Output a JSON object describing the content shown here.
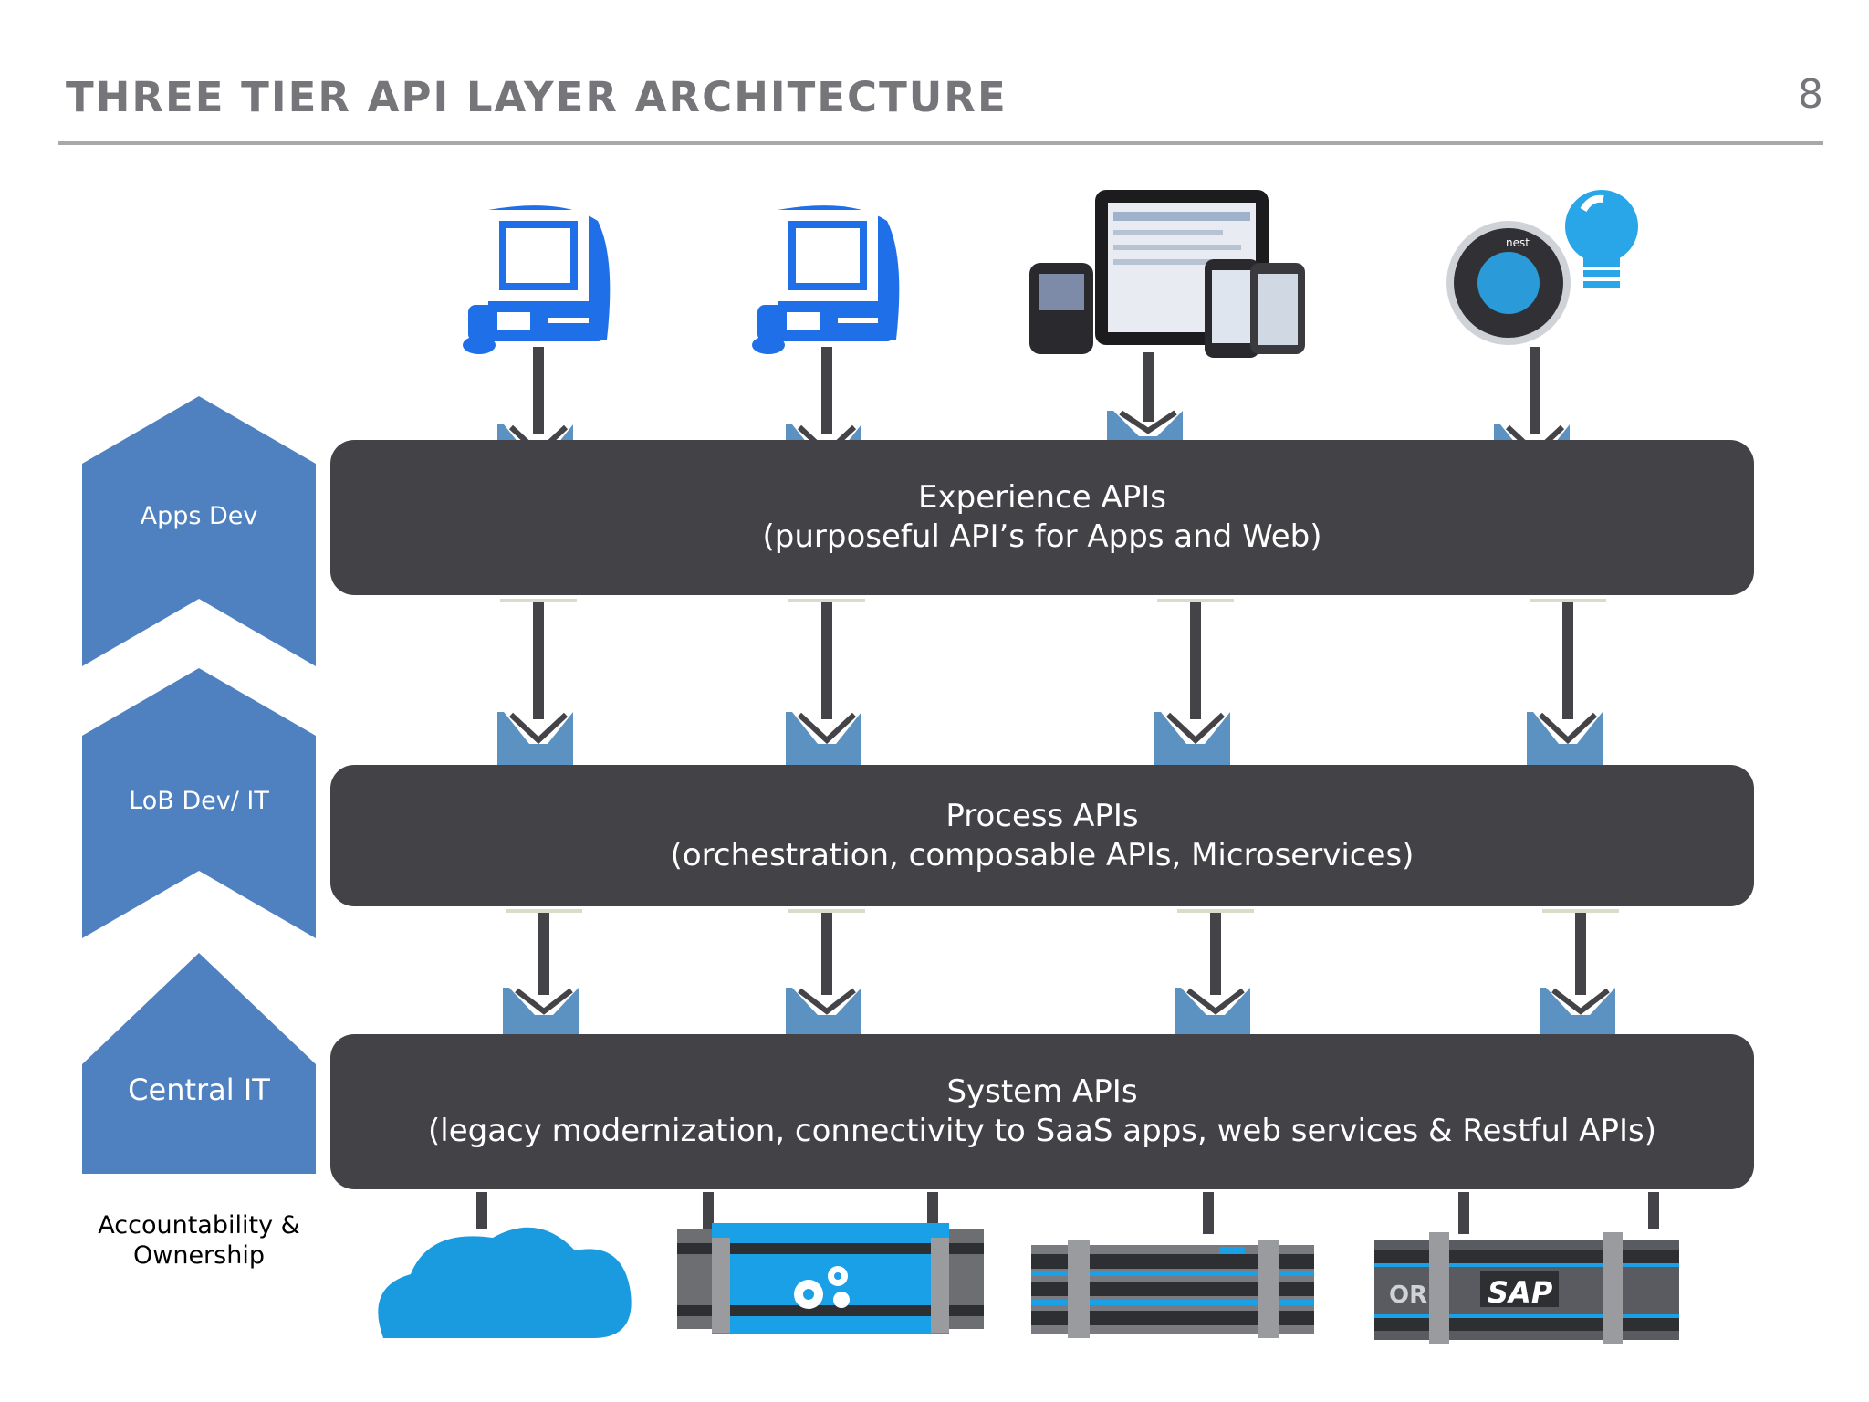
{
  "header": {
    "title": "THREE TIER API LAYER ARCHITECTURE",
    "page_number": "8"
  },
  "tiers": {
    "experience": {
      "name": "Experience APIs",
      "description": "(purposeful API’s for Apps and Web)"
    },
    "process": {
      "name": "Process APIs",
      "description": "(orchestration, composable APIs, Microservices)"
    },
    "system": {
      "name": "System APIs",
      "description": "(legacy modernization, connectivity to SaaS apps, web services & Restful APIs)"
    }
  },
  "ownership": {
    "apps": "Apps Dev",
    "lob": "LoB Dev/ IT",
    "central": "Central IT",
    "caption": "Accountability & Ownership"
  },
  "logos": {
    "sap": "SAP",
    "or": "OR",
    "nest": "nest"
  },
  "colors": {
    "tier_box": "#434246",
    "ownership_arrow": "#4f80bf",
    "connector_cup": "#5b92c2",
    "computer_icon": "#1e6fe8",
    "cloud_icon": "#1a9be0",
    "title_text": "#76767a"
  },
  "icons": {
    "clients": [
      "desktop-computer-icon",
      "desktop-computer-icon",
      "mobile-devices-icon",
      "thermostat-lightbulb-icon"
    ],
    "backends": [
      "cloud-icon",
      "gear-server-icon",
      "database-server-icon",
      "sap-server-icon"
    ]
  }
}
